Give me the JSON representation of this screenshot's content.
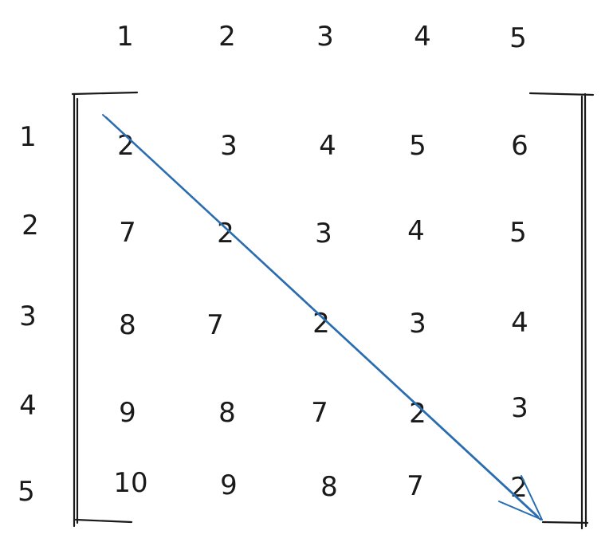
{
  "column_headers": [
    "1",
    "2",
    "3",
    "4",
    "5"
  ],
  "row_headers": [
    "1",
    "2",
    "3",
    "4",
    "5"
  ],
  "matrix": [
    [
      "2",
      "3",
      "4",
      "5",
      "6"
    ],
    [
      "7",
      "2",
      "3",
      "4",
      "5"
    ],
    [
      "8",
      "7",
      "2",
      "3",
      "4"
    ],
    [
      "9",
      "8",
      "7",
      "2",
      "3"
    ],
    [
      "10",
      "9",
      "8",
      "7",
      "2"
    ]
  ],
  "colors": {
    "ink": "#1a1a1a",
    "arrow": "#2a6db0"
  }
}
